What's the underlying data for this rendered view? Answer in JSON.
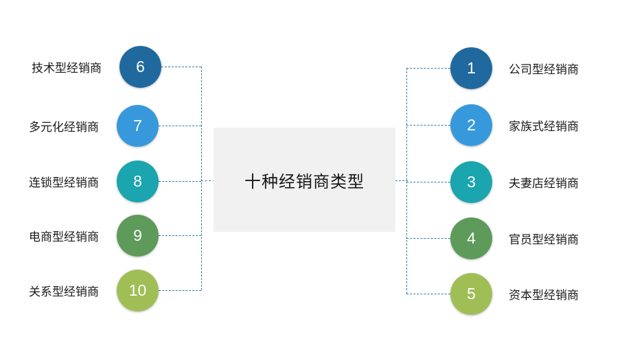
{
  "center": {
    "title": "十种经销商类型",
    "background": "#f1f1f1"
  },
  "palette": {
    "c1": "#20699e",
    "c2": "#3799db",
    "c3": "#1aa5af",
    "c4": "#5e9a5a",
    "c5": "#9fbf56",
    "line": "#2c7ca8",
    "number_text": "#ffffff",
    "label_text": "#1a1a1a"
  },
  "right_nodes": [
    {
      "number": "1",
      "label": "公司型经销商",
      "color": "#20699e"
    },
    {
      "number": "2",
      "label": "家族式经销商",
      "color": "#3799db"
    },
    {
      "number": "3",
      "label": "夫妻店经销商",
      "color": "#1aa5af"
    },
    {
      "number": "4",
      "label": "官员型经销商",
      "color": "#5e9a5a"
    },
    {
      "number": "5",
      "label": "资本型经销商",
      "color": "#9fbf56"
    }
  ],
  "left_nodes": [
    {
      "number": "6",
      "label": "技术型经销商",
      "color": "#20699e"
    },
    {
      "number": "7",
      "label": "多元化经销商",
      "color": "#3799db"
    },
    {
      "number": "8",
      "label": "连锁型经销商",
      "color": "#1aa5af"
    },
    {
      "number": "9",
      "label": "电商型经销商",
      "color": "#5e9a5a"
    },
    {
      "number": "10",
      "label": "关系型经销商",
      "color": "#9fbf56"
    }
  ]
}
